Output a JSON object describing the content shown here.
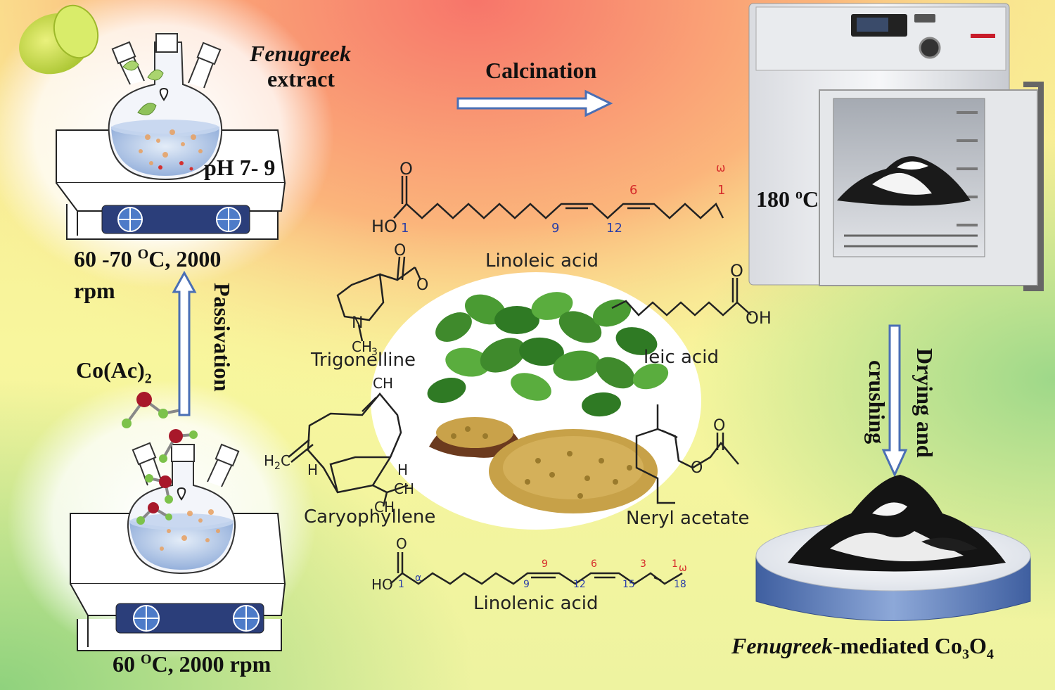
{
  "labels": {
    "fenugreek_extract_1": "Fenugreek",
    "fenugreek_extract_2": "extract",
    "ph": "pH 7- 9",
    "top_conditions_1": "60 -70 ",
    "top_conditions_sup": "O",
    "top_conditions_2": "C, 2000",
    "top_conditions_3": "rpm",
    "bottom_conditions_1": "60 ",
    "bottom_conditions_sup": "O",
    "bottom_conditions_2": "C, 2000 rpm",
    "precursor": "Co(Ac)",
    "precursor_sub": "2",
    "passivation": "Passivation",
    "calcination": "Calcination",
    "oven_temp": "180 ",
    "oven_temp_sup": "o",
    "oven_temp_unit": "C",
    "drying_1": "Drying and",
    "drying_2": "crushing",
    "product_italic": "Fenugreek",
    "product_rest": "-mediated Co",
    "product_sub1": "3",
    "product_o": "O",
    "product_sub2": "4"
  },
  "compounds": {
    "linoleic": "Linoleic acid",
    "oleic": "leic acid",
    "trigonelline": "Trigonelline",
    "caryophyllene": "Caryophyllene",
    "neryl_acetate": "Neryl acetate",
    "linolenic": "Linolenic acid"
  },
  "structure_atoms": {
    "ho": "HO",
    "o": "O",
    "oh": "OH",
    "o_minus": "O",
    "n_plus": "N",
    "ch3": "CH",
    "ch3_sub": "3",
    "h2c": "H",
    "h2c_sub": "2",
    "h2c_c": "C",
    "h": "H",
    "omega": "ω",
    "alpha": "α"
  },
  "linoleic_numbers": {
    "n1": "1",
    "n9": "9",
    "n12": "12",
    "n6": "6",
    "n1w": "1",
    "w": "ω"
  },
  "linolenic_numbers": {
    "n1": "1",
    "n9a": "9",
    "n9b": "9",
    "n6": "6",
    "n12": "12",
    "n3": "3",
    "n15": "15",
    "n1w": "1",
    "n18": "18"
  },
  "colors": {
    "arrow_blue": "#4a6fb5",
    "bg_top_red": "#f7756a",
    "bg_yellow": "#f9f59a",
    "bg_green": "#9ed889",
    "number_red": "#d62a2a",
    "number_blue": "#2a3ea8"
  }
}
